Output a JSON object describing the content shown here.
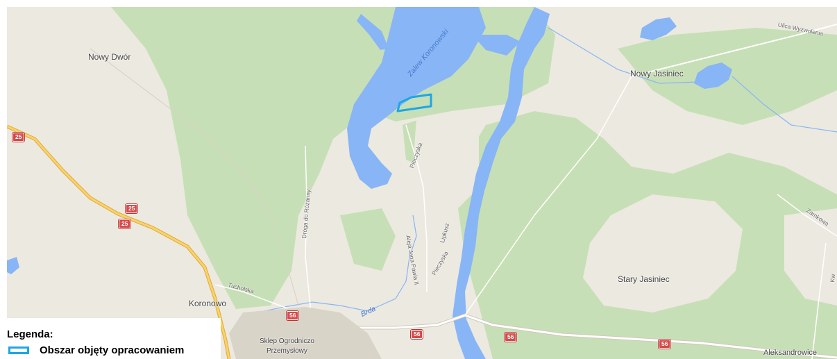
{
  "map": {
    "places": {
      "nowy_dwor": "Nowy Dwór",
      "nowy_jasiniec": "Nowy Jasiniec",
      "koronowo": "Koronowo",
      "stary_jasiniec": "Stary Jasiniec",
      "sklep_line1": "Sklep Ogrodniczo",
      "sklep_line2": "Przemysłowy",
      "aleksandrowice": "Aleksandrowice"
    },
    "roads": {
      "ulica_wyzwolenia": "Ulica Wyzwolenia",
      "pieczyska_north": "Pieczyska",
      "droga_do_rozanny": "Droga do Różanny",
      "aleja_jana_pawla": "Aleja Jana Pawła II",
      "lipkusz": "Lipkusz",
      "pieczyska_south": "Pieczyska",
      "tucholska": "Tucholska",
      "zamkowa": "Zamkowa",
      "kw": "Kw"
    },
    "water": {
      "zalew": "Zalew Koronowski",
      "brda": "Brda"
    },
    "shields": {
      "r25_a": "25",
      "r25_b": "25",
      "r25_c": "25",
      "r56_a": "56",
      "r56_b": "56",
      "r56_c": "56",
      "r56_d": "56"
    },
    "colors": {
      "land": "#ece9e0",
      "forest": "#c7dfb6",
      "water": "#88b5f5",
      "highway": "#f1c54c",
      "road": "#ffffff",
      "boundary": "#1ea6e6"
    }
  },
  "legend": {
    "title": "Legenda:",
    "item_label": "Obszar objęty opracowaniem"
  }
}
